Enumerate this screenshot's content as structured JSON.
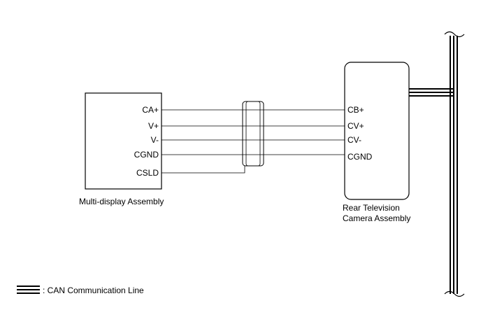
{
  "left_component": {
    "name": "Multi-display Assembly",
    "pins": [
      "CA+",
      "V+",
      "V-",
      "CGND",
      "CSLD"
    ]
  },
  "right_component": {
    "name_line1": "Rear Television",
    "name_line2": "Camera Assembly",
    "pins": [
      "CB+",
      "CV+",
      "CV-",
      "CGND"
    ]
  },
  "legend": {
    "label": ": CAN Communication Line"
  }
}
